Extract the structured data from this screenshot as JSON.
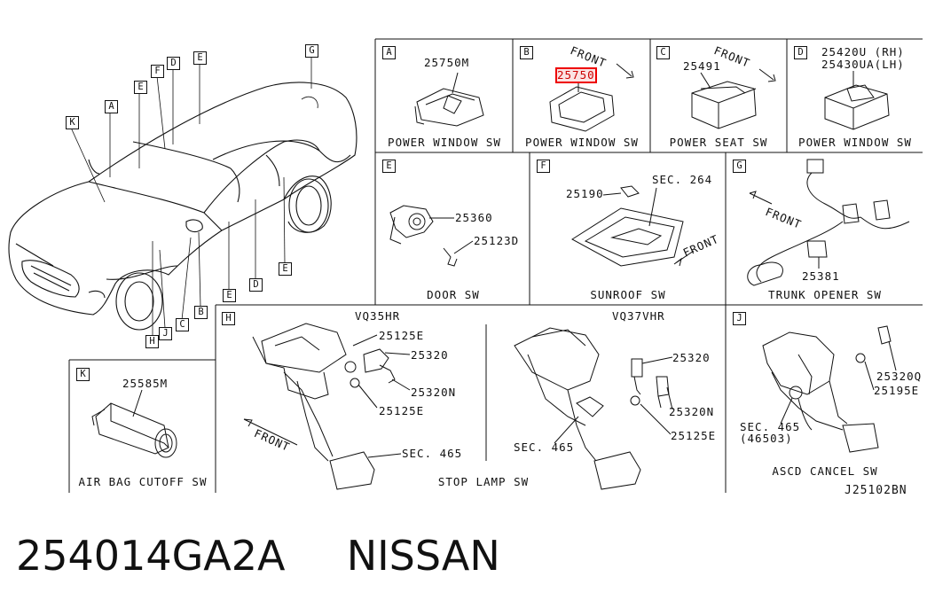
{
  "panels": {
    "A": {
      "letter": "A",
      "part": "25750M",
      "caption": "POWER WINDOW SW"
    },
    "B": {
      "letter": "B",
      "part": "25750",
      "caption": "POWER WINDOW SW",
      "front": "FRONT"
    },
    "C": {
      "letter": "C",
      "part": "25491",
      "caption": "POWER SEAT SW",
      "front": "FRONT"
    },
    "D": {
      "letter": "D",
      "part_rh": "25420U (RH)",
      "part_lh": "25430UA(LH)",
      "caption": "POWER WINDOW SW"
    },
    "E": {
      "letter": "E",
      "part1": "25360",
      "part2": "25123D",
      "caption": "DOOR SW"
    },
    "F": {
      "letter": "F",
      "part1": "25190",
      "sec": "SEC. 264",
      "caption": "SUNROOF SW",
      "front": "FRONT"
    },
    "G": {
      "letter": "G",
      "part": "25381",
      "caption": "TRUNK OPENER SW",
      "front": "FRONT"
    },
    "H": {
      "letter": "H",
      "left_model": "VQ35HR",
      "right_model": "VQ37VHR",
      "p25125e_a": "25125E",
      "p25320_a": "25320",
      "p25320n_a": "25320N",
      "p25125e_b": "25125E",
      "sec_a": "SEC. 465",
      "p25320_b": "25320",
      "p25320n_b": "25320N",
      "p25125e_c": "25125E",
      "sec_b": "SEC. 465",
      "front": "FRONT",
      "caption": "STOP LAMP SW"
    },
    "J": {
      "letter": "J",
      "p1": "25320Q",
      "p2": "25195E",
      "sec": "SEC. 465",
      "sec2": "(46503)",
      "caption": "ASCD CANCEL SW"
    },
    "K": {
      "letter": "K",
      "part": "25585M",
      "caption": "AIR BAG CUTOFF SW"
    }
  },
  "car_labels": [
    "K",
    "A",
    "E",
    "F",
    "D",
    "E",
    "G",
    "H",
    "J",
    "C",
    "B",
    "E",
    "D",
    "E"
  ],
  "doc_id": "J25102BN",
  "footer": {
    "part_number": "254014GA2A",
    "brand": "NISSAN"
  }
}
